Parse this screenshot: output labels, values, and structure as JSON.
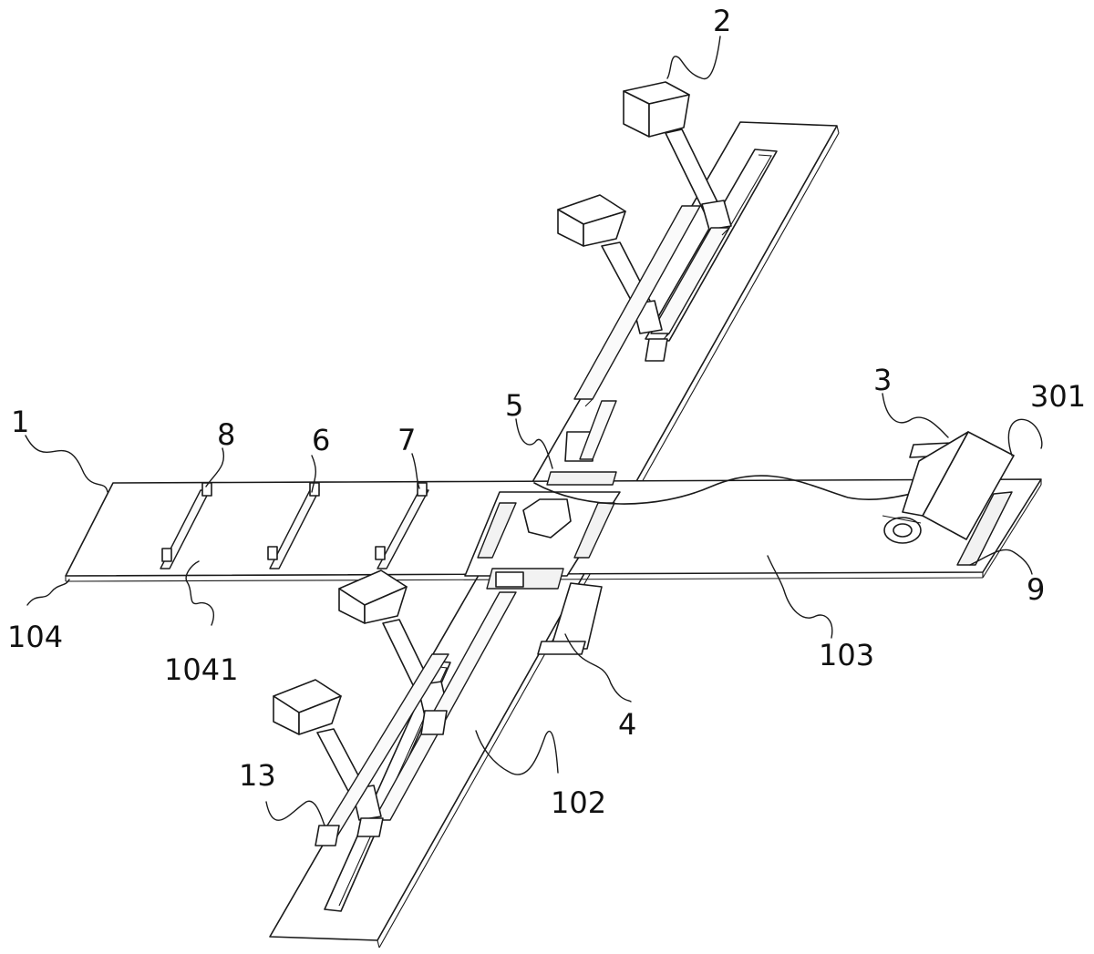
{
  "labels": {
    "l1": "1",
    "l2": "2",
    "l3": "3",
    "l301": "301",
    "l4": "4",
    "l5": "5",
    "l6": "6",
    "l7": "7",
    "l8": "8",
    "l9": "9",
    "l13": "13",
    "l102": "102",
    "l103": "103",
    "l104": "104",
    "l1041": "1041"
  }
}
